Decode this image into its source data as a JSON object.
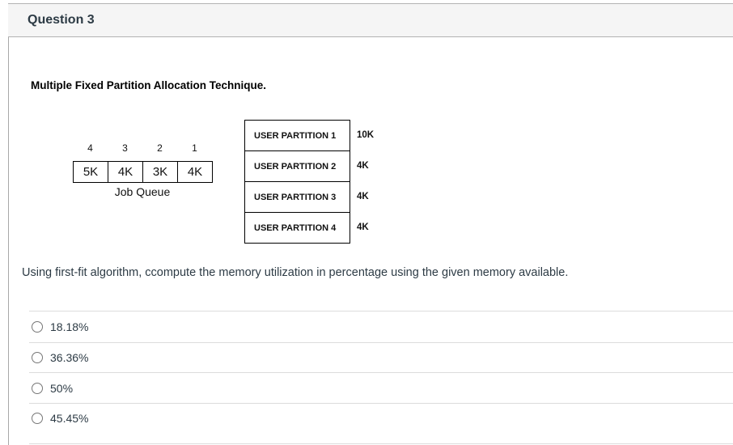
{
  "question_header": {
    "title": "Question 3"
  },
  "body": {
    "heading": "Multiple Fixed Partition Allocation Technique.",
    "prompt": "Using first-fit algorithm, ccompute the memory utilization in percentage using the given memory available."
  },
  "diagram": {
    "job_queue": {
      "caption": "Job Queue",
      "jobs": [
        {
          "index": "4",
          "size": "5K"
        },
        {
          "index": "3",
          "size": "4K"
        },
        {
          "index": "2",
          "size": "3K"
        },
        {
          "index": "1",
          "size": "4K"
        }
      ]
    },
    "memory": {
      "partitions": [
        {
          "name": "USER PARTITION 1",
          "size": "10K"
        },
        {
          "name": "USER PARTITION 2",
          "size": "4K"
        },
        {
          "name": "USER PARTITION 3",
          "size": "4K"
        },
        {
          "name": "USER PARTITION 4",
          "size": "4K"
        }
      ]
    }
  },
  "options": [
    {
      "label": "18.18%",
      "selected": false
    },
    {
      "label": "36.36%",
      "selected": false
    },
    {
      "label": "50%",
      "selected": false
    },
    {
      "label": "45.45%",
      "selected": false
    }
  ],
  "colors": {
    "header_bg": "#f5f5f5",
    "card_border": "#b3b3b3",
    "left_border": "#a8a8a8",
    "divider": "#dcdcdc",
    "text_dark": "#2d3b45",
    "diagram_border": "#000000"
  }
}
